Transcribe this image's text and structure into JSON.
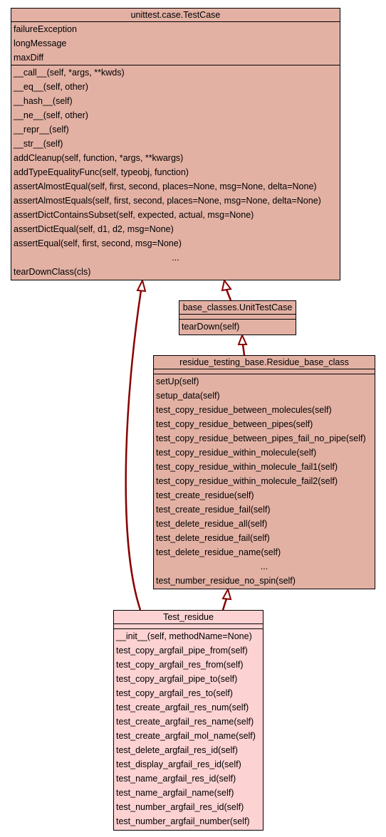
{
  "colors": {
    "dark_fill": "#e3b1a4",
    "light_fill": "#fcd2d3",
    "edge": "#8b0000"
  },
  "classes": {
    "testcase": {
      "name": "unittest.case.TestCase",
      "attributes": [
        "failureException",
        "longMessage",
        "maxDiff"
      ],
      "methods": [
        "__call__(self, *args, **kwds)",
        "__eq__(self, other)",
        "__hash__(self)",
        "__ne__(self, other)",
        "__repr__(self)",
        "__str__(self)",
        "addCleanup(self, function, *args, **kwargs)",
        "addTypeEqualityFunc(self, typeobj, function)",
        "assertAlmostEqual(self, first, second, places=None, msg=None, delta=None)",
        "assertAlmostEquals(self, first, second, places=None, msg=None, delta=None)",
        "assertDictContainsSubset(self, expected, actual, msg=None)",
        "assertDictEqual(self, d1, d2, msg=None)",
        "assertEqual(self, first, second, msg=None)",
        "...",
        "tearDownClass(cls)"
      ]
    },
    "unittestcase": {
      "name": "base_classes.UnitTestCase",
      "methods": [
        "tearDown(self)"
      ]
    },
    "residue_base": {
      "name": "residue_testing_base.Residue_base_class",
      "methods": [
        "setUp(self)",
        "setup_data(self)",
        "test_copy_residue_between_molecules(self)",
        "test_copy_residue_between_pipes(self)",
        "test_copy_residue_between_pipes_fail_no_pipe(self)",
        "test_copy_residue_within_molecule(self)",
        "test_copy_residue_within_molecule_fail1(self)",
        "test_copy_residue_within_molecule_fail2(self)",
        "test_create_residue(self)",
        "test_create_residue_fail(self)",
        "test_delete_residue_all(self)",
        "test_delete_residue_fail(self)",
        "test_delete_residue_name(self)",
        "...",
        "test_number_residue_no_spin(self)"
      ]
    },
    "test_residue": {
      "name": "Test_residue",
      "methods": [
        "__init__(self, methodName=None)",
        "test_copy_argfail_pipe_from(self)",
        "test_copy_argfail_res_from(self)",
        "test_copy_argfail_pipe_to(self)",
        "test_copy_argfail_res_to(self)",
        "test_create_argfail_res_num(self)",
        "test_create_argfail_res_name(self)",
        "test_create_argfail_mol_name(self)",
        "test_delete_argfail_res_id(self)",
        "test_display_argfail_res_id(self)",
        "test_name_argfail_res_id(self)",
        "test_name_argfail_name(self)",
        "test_number_argfail_res_id(self)",
        "test_number_argfail_number(self)"
      ]
    }
  }
}
